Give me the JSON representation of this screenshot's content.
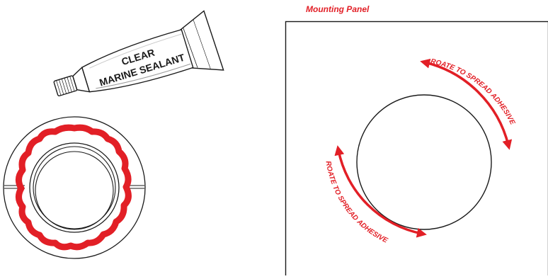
{
  "panel_title": "Mounting Panel",
  "tube_label": {
    "line1": "CLEAR",
    "line2": "MARINE SEALANT"
  },
  "arrow_labels": {
    "upper": "ROATE TO SPREAD ADHESIVE",
    "lower": "ROATE TO SPREAD ADHESIVE"
  },
  "colors": {
    "accent": "#e21f26",
    "line": "#1a1a1a",
    "tube_fill": "#ffffff"
  }
}
